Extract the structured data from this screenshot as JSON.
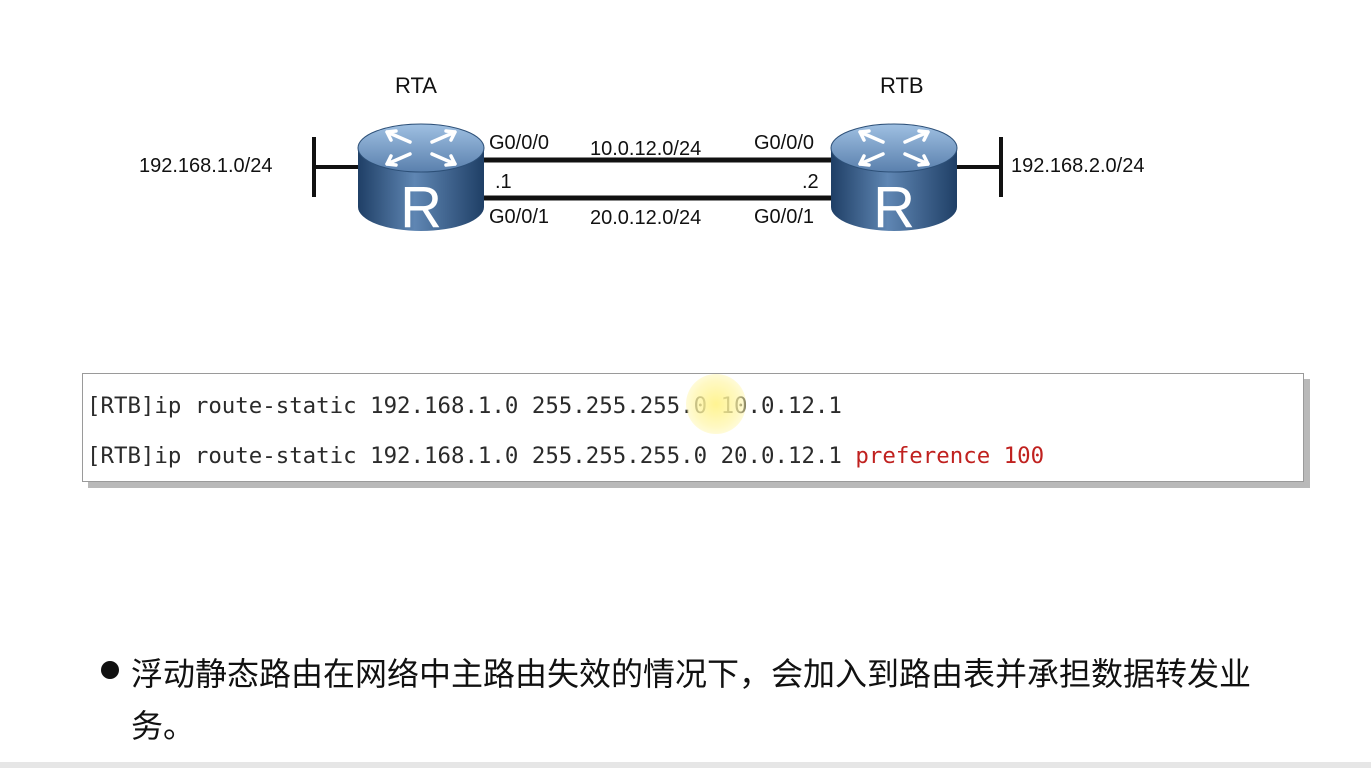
{
  "diagram": {
    "router_a": {
      "name": "RTA",
      "icon": "router-icon",
      "letter": "R"
    },
    "router_b": {
      "name": "RTB",
      "icon": "router-icon",
      "letter": "R"
    },
    "lan_a": "192.168.1.0/24",
    "lan_b": "192.168.2.0/24",
    "link_1": {
      "network": "10.0.12.0/24",
      "a_interface": "G0/0/0",
      "b_interface": "G0/0/0"
    },
    "link_2": {
      "network": "20.0.12.0/24",
      "a_interface": "G0/0/1",
      "b_interface": "G0/0/1"
    },
    "a_host_id": ".1",
    "b_host_id": ".2"
  },
  "commands": {
    "line1": "[RTB]ip route-static 192.168.1.0 255.255.255.0 10.0.12.1",
    "line2_main": "[RTB]ip route-static 192.168.1.0 255.255.255.0 20.0.12.1 ",
    "line2_highlight": "preference 100",
    "highlight_color": "#c0211f"
  },
  "bullet": {
    "text": "浮动静态路由在网络中主路由失效的情况下，会加入到路由表并承担数据转发业务。"
  }
}
